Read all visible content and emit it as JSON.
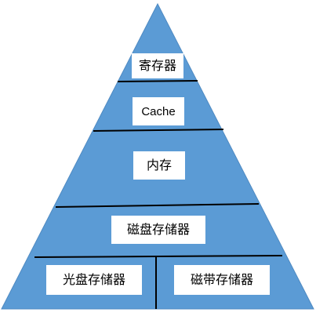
{
  "diagram": {
    "colors": {
      "pyramid_fill": "#5b9bd5",
      "divider_line": "#000000",
      "label_background": "#ffffff",
      "label_text": "#000000"
    },
    "levels": [
      {
        "label": "寄存器"
      },
      {
        "label": "Cache"
      },
      {
        "label": "内存"
      },
      {
        "label": "磁盘存储器"
      },
      {
        "label_left": "光盘存储器",
        "label_right": "磁带存储器"
      }
    ]
  }
}
